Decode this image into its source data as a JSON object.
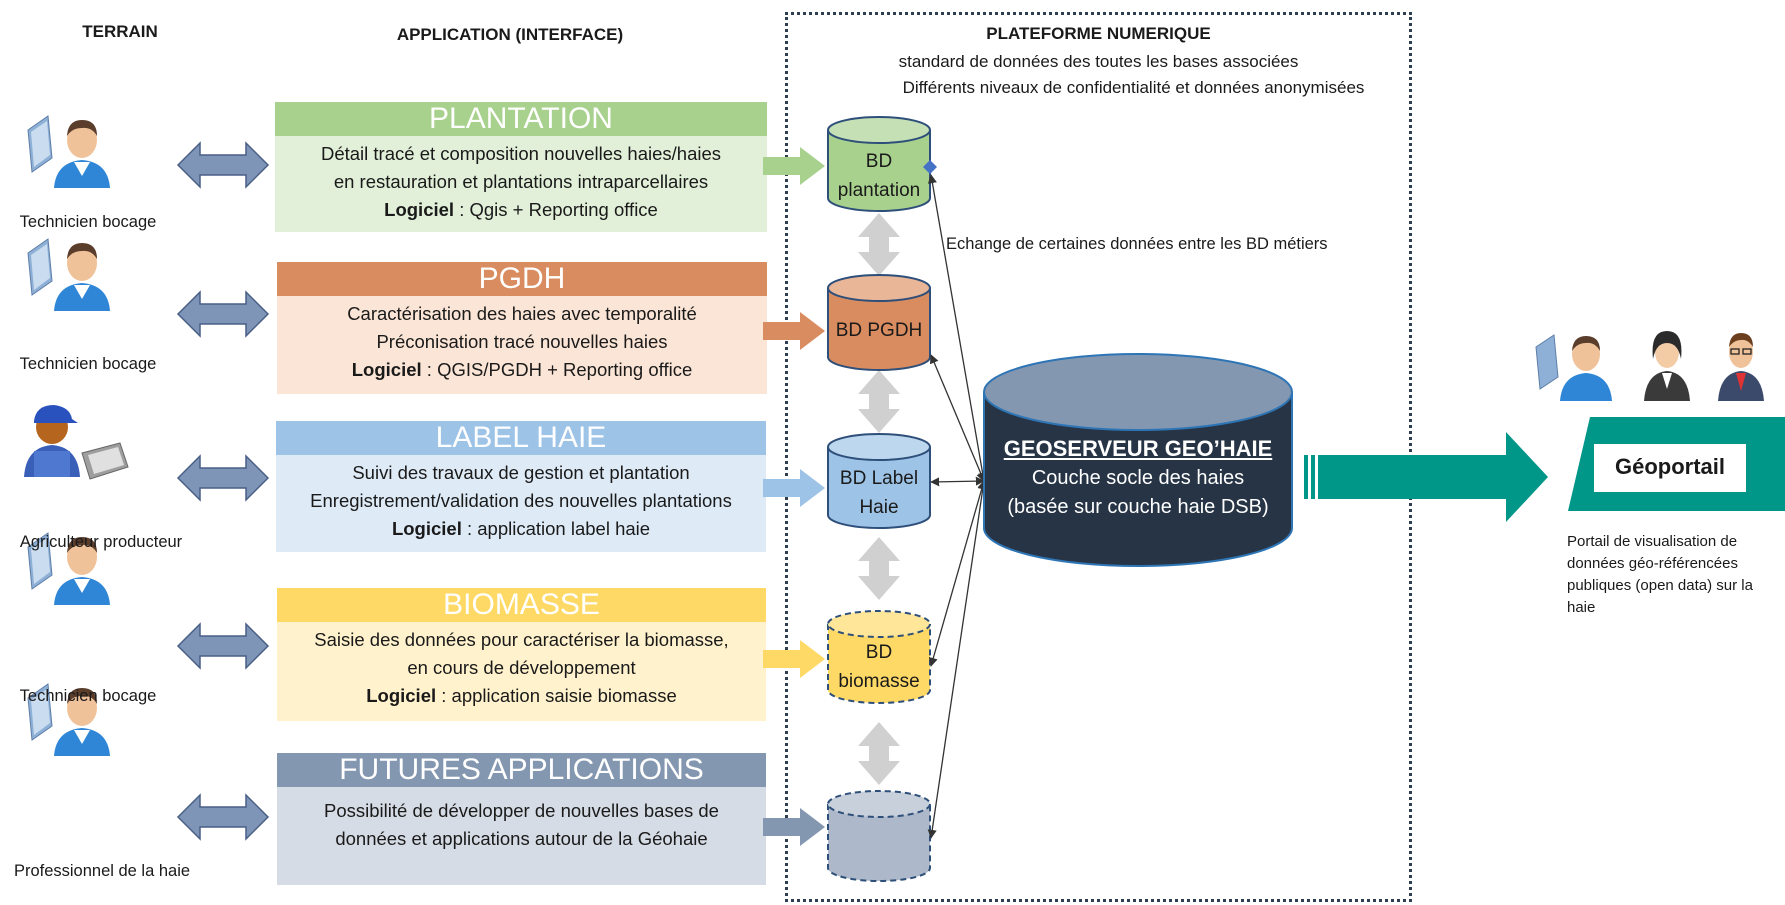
{
  "headers": {
    "terrain": "TERRAIN",
    "application": "APPLICATION (INTERFACE)",
    "platform": "PLATEFORME NUMERIQUE",
    "platform_sub1": "standard de données des toutes les bases associées",
    "platform_sub2": "Différents niveaux de confidentialité et données anonymisées"
  },
  "actors": [
    {
      "label": "Technicien bocage"
    },
    {
      "label": "Technicien bocage"
    },
    {
      "label": "Agriculteur producteur"
    },
    {
      "label": "Technicien bocage"
    },
    {
      "label": "Professionnel de la haie"
    }
  ],
  "apps": [
    {
      "title": "PLANTATION",
      "line1": "Détail tracé et composition nouvelles haies/haies",
      "line2": "en restauration et plantations intraparcellaires",
      "sw_label": "Logiciel",
      "sw_value": " : Qgis + Reporting office",
      "head_color": "#a9d18e",
      "body_color": "#e2f0d9"
    },
    {
      "title": "PGDH",
      "line1": "Caractérisation des haies avec temporalité",
      "line2": "Préconisation tracé nouvelles haies",
      "sw_label": "Logiciel",
      "sw_value": " : QGIS/PGDH + Reporting office",
      "head_color": "#d98c5f",
      "body_color": "#fbe5d6"
    },
    {
      "title": "LABEL HAIE",
      "line1": "Suivi des travaux de gestion et plantation",
      "line2": "Enregistrement/validation des nouvelles plantations",
      "sw_label": "Logiciel",
      "sw_value": " : application label haie",
      "head_color": "#9dc3e6",
      "body_color": "#deebf7"
    },
    {
      "title": "BIOMASSE",
      "line1": "Saisie des données pour caractériser la biomasse,",
      "line2": "en cours de développement",
      "sw_label": "Logiciel",
      "sw_value": " : application saisie biomasse",
      "head_color": "#ffd966",
      "body_color": "#fff2cc"
    },
    {
      "title": "FUTURES APPLICATIONS",
      "line1": "Possibilité de développer de nouvelles bases de",
      "line2": "données et applications autour de la Géohaie",
      "sw_label": "",
      "sw_value": "",
      "head_color": "#8497b0",
      "body_color": "#d6dce5"
    }
  ],
  "databases": [
    {
      "line1": "BD",
      "line2": "plantation",
      "color": "#a9d18e"
    },
    {
      "line1": "BD PGDH",
      "line2": "",
      "color": "#d98c5f"
    },
    {
      "line1": "BD Label",
      "line2": "Haie",
      "color": "#9dc3e6"
    },
    {
      "line1": "BD",
      "line2": "biomasse",
      "color": "#ffd966"
    },
    {
      "line1": "",
      "line2": "",
      "color": "#adb9ca"
    }
  ],
  "exchange_note": "Echange de certaines données entre les BD métiers",
  "geoserver": {
    "title": "GEOSERVEUR GEO’HAIE",
    "line1": "Couche socle des haies",
    "line2": "(basée sur couche haie DSB)",
    "color": "#263445"
  },
  "geoportail": {
    "label": "Géoportail",
    "description_line1": "Portail de visualisation de",
    "description_line2": "données géo-référencées",
    "description_line3": "publiques (open data) sur la",
    "description_line4": "haie",
    "accent": "#009688"
  },
  "colors": {
    "double_arrow": "#7f95b8",
    "vertical_arrow": "#d0d0d0",
    "big_arrow": "#009688"
  }
}
